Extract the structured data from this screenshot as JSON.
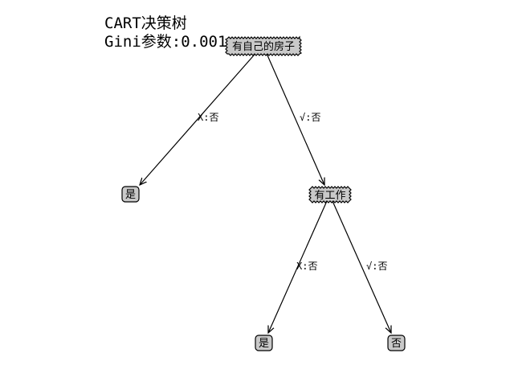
{
  "title": {
    "line1": "CART决策树",
    "line2": "Gini参数:0.001"
  },
  "nodes": {
    "root": "有自己的房子",
    "work": "有工作",
    "leaf_root_left": "是",
    "leaf_work_left": "是",
    "leaf_work_right": "否"
  },
  "edges": {
    "root_left": "X:否",
    "root_right": "√:否",
    "work_left": "X:否",
    "work_right": "√:否"
  }
}
